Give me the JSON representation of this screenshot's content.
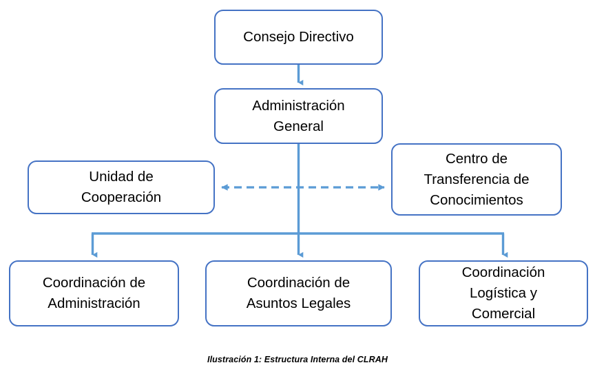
{
  "diagram": {
    "type": "org-chart",
    "title": "Estructura Interna del CLRAH",
    "colors": {
      "node_border": "#4472C4",
      "connector": "#5B9BD5",
      "node_fill": "#FFFFFF",
      "text": "#000000"
    },
    "nodes": [
      {
        "id": "consejo-directivo",
        "label": "Consejo Directivo",
        "level": 0
      },
      {
        "id": "administracion-general",
        "label": "Administración\nGeneral",
        "level": 1
      },
      {
        "id": "unidad-cooperacion",
        "label": "Unidad de\nCooperación",
        "level": 2
      },
      {
        "id": "centro-transferencia",
        "label": "Centro de\nTransferencia de\nConocimientos",
        "level": 2
      },
      {
        "id": "coord-administracion",
        "label": "Coordinación de\nAdministración",
        "level": 3
      },
      {
        "id": "coord-asuntos-legales",
        "label": "Coordinación de\nAsuntos Legales",
        "level": 3
      },
      {
        "id": "coord-logistica",
        "label": "Coordinación\nLogística y\nComercial",
        "level": 3
      }
    ],
    "connectors": [
      {
        "from": "consejo-directivo",
        "to": "administracion-general",
        "style": "solid",
        "arrow": "single"
      },
      {
        "from": "unidad-cooperacion",
        "to": "centro-transferencia",
        "style": "dashed",
        "arrow": "double"
      },
      {
        "from": "administracion-general",
        "to": "coord-administracion",
        "style": "solid",
        "arrow": "single"
      },
      {
        "from": "administracion-general",
        "to": "coord-asuntos-legales",
        "style": "solid",
        "arrow": "single"
      },
      {
        "from": "administracion-general",
        "to": "coord-logistica",
        "style": "solid",
        "arrow": "single"
      }
    ]
  },
  "caption": {
    "text": "Ilustración 1:  Estructura Interna del CLRAH"
  }
}
